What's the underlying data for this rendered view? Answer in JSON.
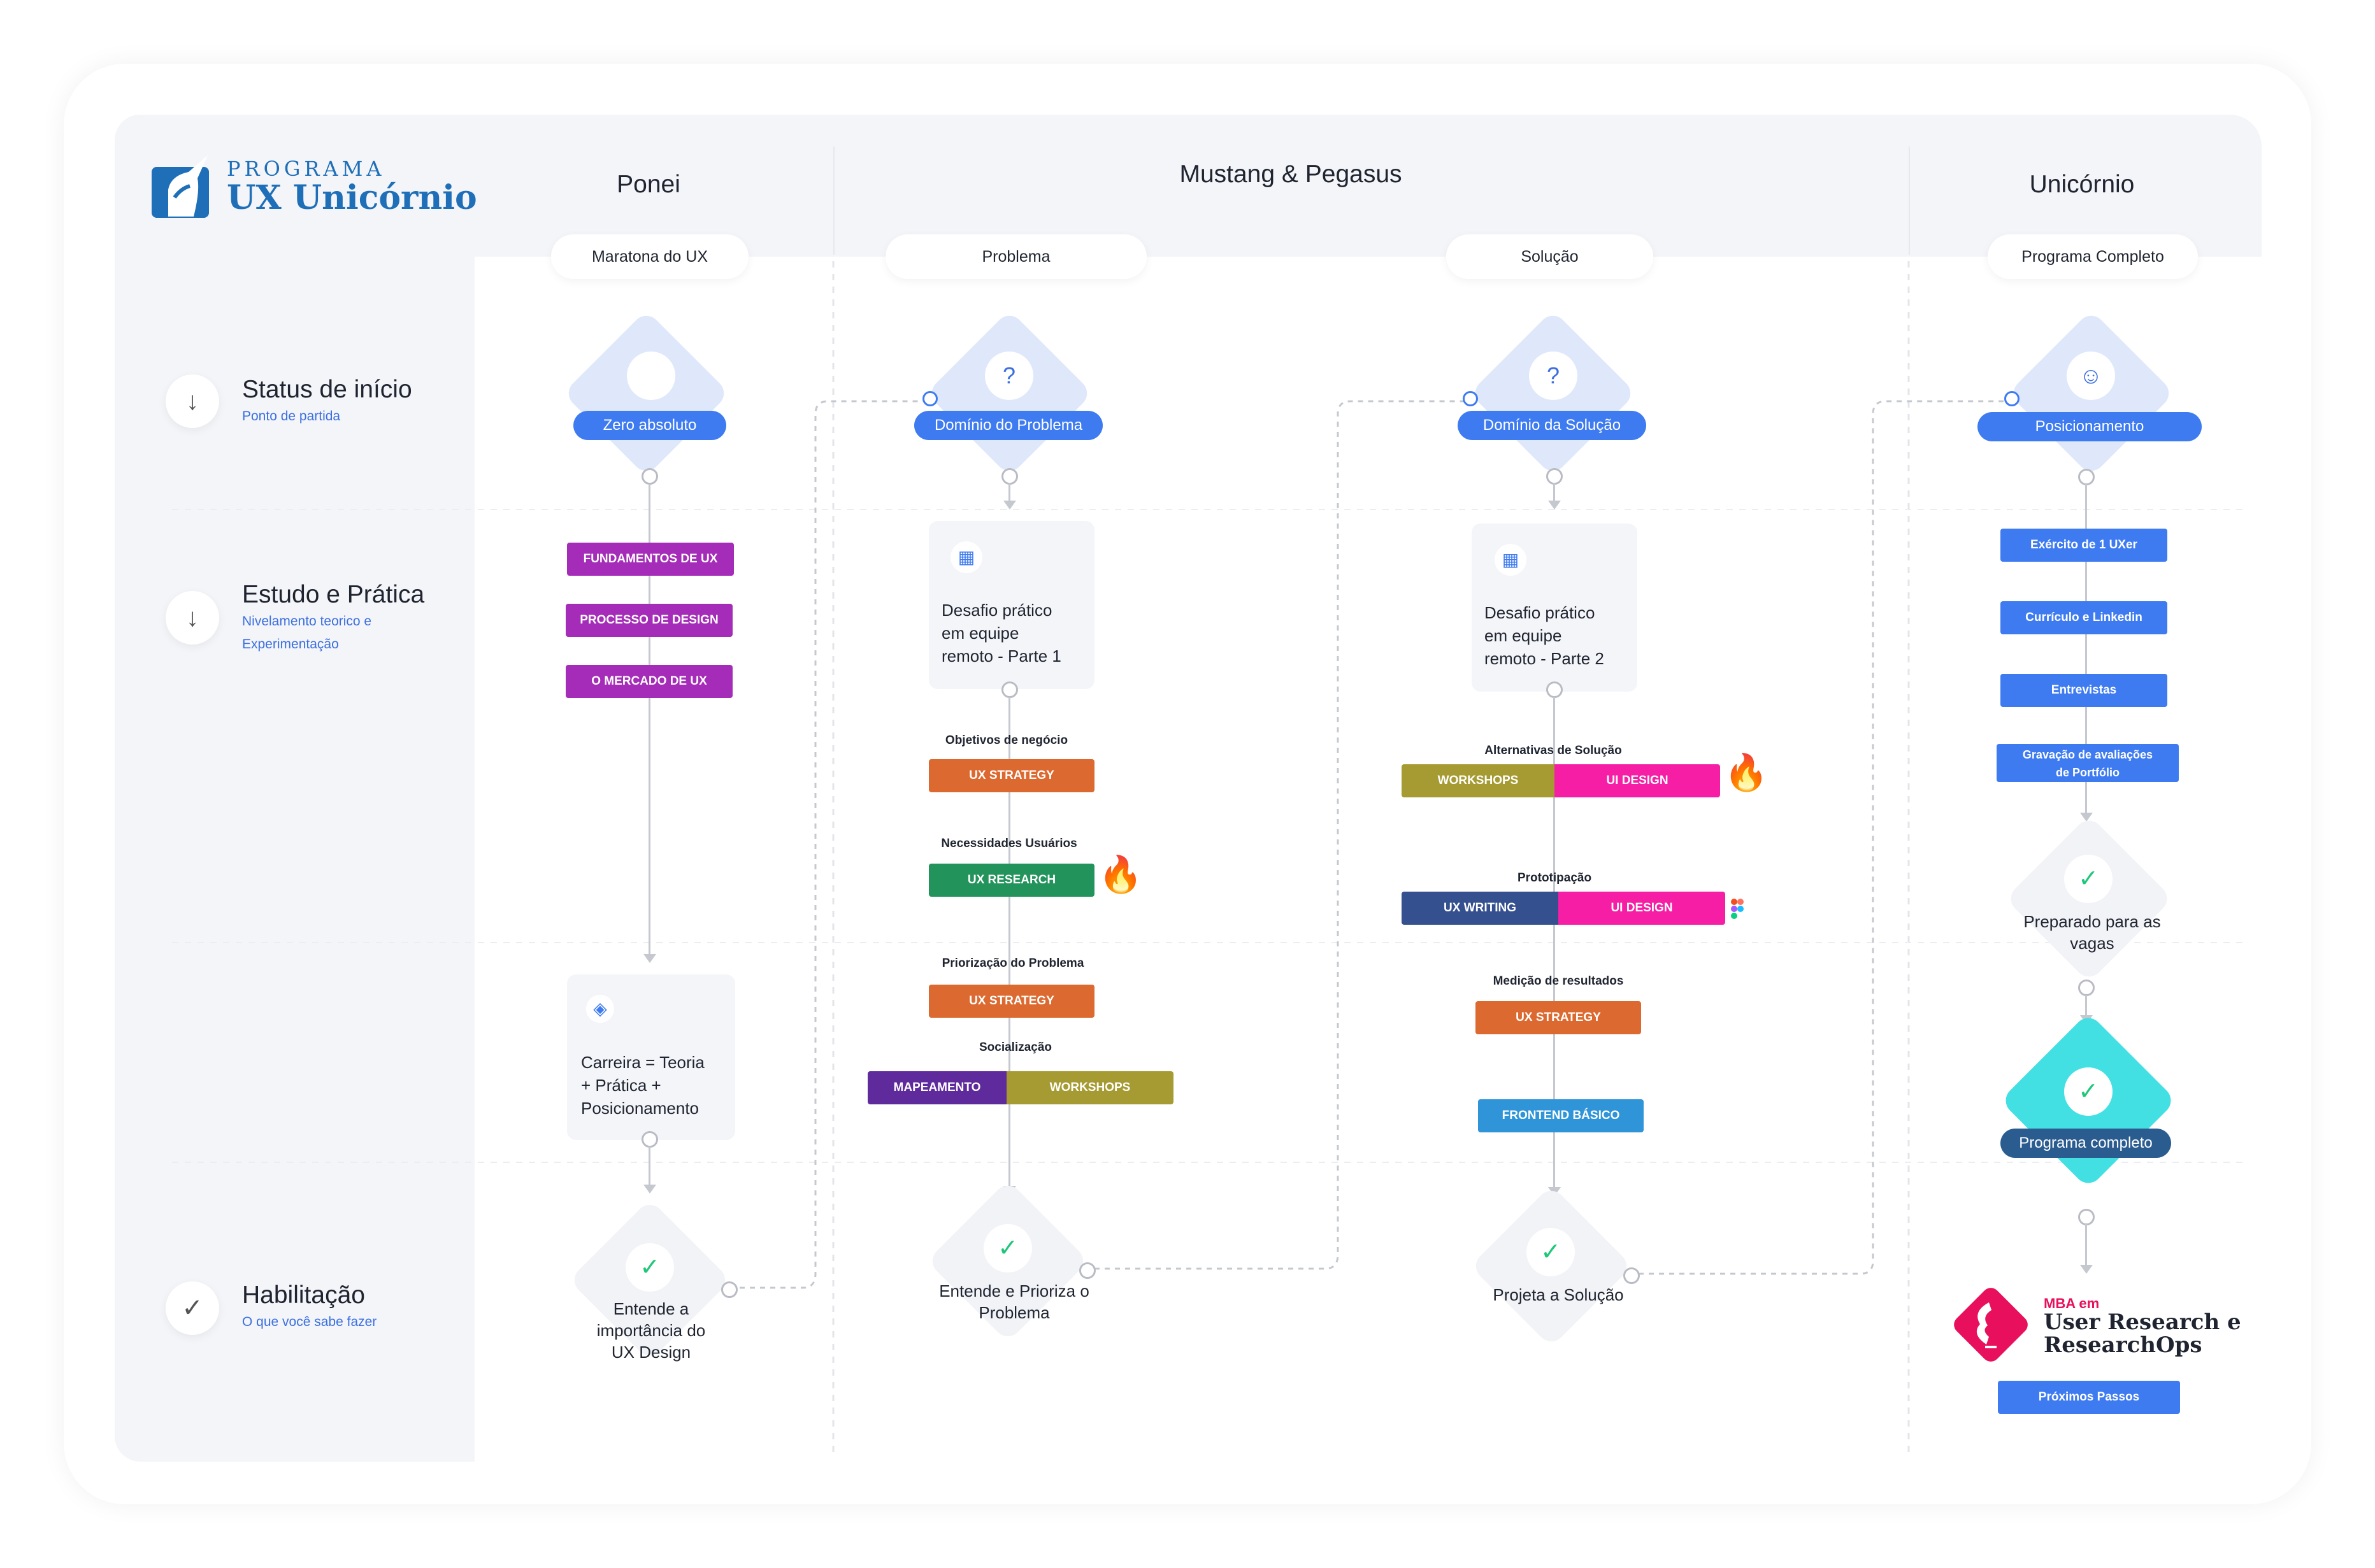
{
  "logo": {
    "line1": "PROGRAMA",
    "line2": "UX Unicórnio"
  },
  "stages": {
    "ponei": "Ponei",
    "mustang": "Mustang & Pegasus",
    "unicornio": "Unicórnio"
  },
  "pills": {
    "maratona": "Maratona do UX",
    "problema": "Problema",
    "solucao": "Solução",
    "completo": "Programa Completo"
  },
  "rows": [
    {
      "title": "Status de início",
      "sub": "Ponto de partida",
      "sub2": ""
    },
    {
      "title": "Estudo e Prática",
      "sub": "Nivelamento teorico e",
      "sub2": "Experimentação"
    },
    {
      "title": "Habilitação",
      "sub": "O que você sabe fazer",
      "sub2": ""
    }
  ],
  "col1": {
    "start": "Zero absoluto",
    "tags": [
      "FUNDAMENTOS DE UX",
      "PROCESSO DE DESIGN",
      "O MERCADO DE UX"
    ],
    "box": [
      "Carreira =  Teoria",
      "+ Prática +",
      "Posicionamento"
    ],
    "end": [
      "Entende a",
      "importância do",
      "UX Design"
    ]
  },
  "col2": {
    "start": "Domínio do Problema",
    "box": [
      "Desafio prático",
      "em equipe",
      "remoto - Parte 1"
    ],
    "label1": "Objetivos de negócio",
    "tag1": "UX STRATEGY",
    "label2": "Necessidades Usuários",
    "tag2": "UX RESEARCH",
    "label3": "Priorização do Problema",
    "tag3": "UX STRATEGY",
    "label4": "Socialização",
    "tag4a": "MAPEAMENTO",
    "tag4b": "WORKSHOPS",
    "end": [
      "Entende e Prioriza o",
      "Problema"
    ]
  },
  "col3": {
    "start": "Domínio da Solução",
    "box": [
      "Desafio prático",
      "em equipe",
      "remoto - Parte 2"
    ],
    "label1": "Alternativas de Solução",
    "tag1a": "WORKSHOPS",
    "tag1b": "UI DESIGN",
    "label2": "Prototipação",
    "tag2a": "UX WRITING",
    "tag2b": "UI DESIGN",
    "label3": "Medição de resultados",
    "tag3": "UX STRATEGY",
    "tag4": "FRONTEND BÁSICO",
    "end": "Projeta a Solução"
  },
  "col4": {
    "start": "Posicionamento",
    "tags": [
      "Exército de 1 UXer",
      "Currículo e Linkedin",
      "Entrevistas"
    ],
    "tag4": [
      "Gravação de avaliações",
      "de Portfólio"
    ],
    "ready": [
      "Preparado para as",
      "vagas"
    ],
    "complete": "Programa completo",
    "mba_small": "MBA em",
    "mba_big1": "User Research e",
    "mba_big2": "ResearchOps",
    "next": "Próximos Passos"
  },
  "icons": {
    "down": "arrow-down-icon",
    "check": "check-icon",
    "question": "question-circle-icon",
    "calendar": "calendar-icon",
    "layers": "layers-icon",
    "user": "user-icon",
    "fire": "fire-icon",
    "figma": "figma-icon"
  },
  "colors": {
    "accent": "#3e7bf1",
    "purple": "#a52cb8",
    "orange": "#dc6a30",
    "green": "#22935a",
    "olive": "#a69b33",
    "pink": "#f51ea5",
    "navy": "#35508f",
    "teal": "#42e0e3"
  }
}
